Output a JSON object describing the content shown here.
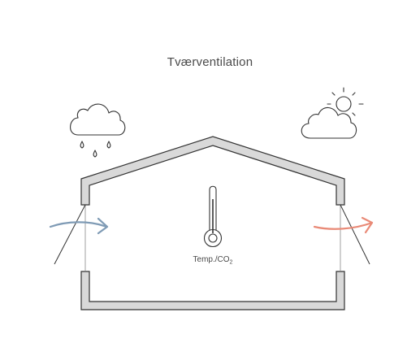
{
  "title": "Tværventilation",
  "sensor": {
    "label": "Temp./CO",
    "subscript": "2"
  },
  "colors": {
    "wall_fill": "#d9d9d9",
    "wall_stroke": "#333333",
    "line": "#333333",
    "inflow_arrow": "#7f9bb5",
    "outflow_arrow": "#e98a77",
    "text": "#4a4a4a"
  },
  "icons": {
    "left_weather": "rain-cloud-icon",
    "right_weather": "sun-cloud-icon",
    "sensor": "thermometer-icon"
  }
}
